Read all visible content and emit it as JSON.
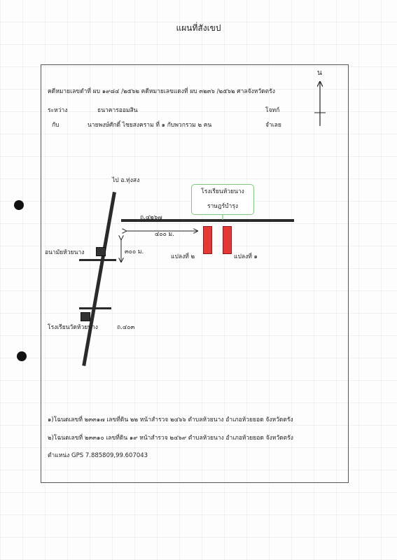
{
  "title": "แผนที่สังเขป",
  "header": {
    "case_line": "คดีหมายเลขดำที่ ผบ ๑๙๘๔ /๒๕๖๒  คดีหมายเลขแดงที่ ผบ ๓๒๓๖ /๒๕๖๒  ศาลจังหวัดตรัง",
    "between_label": "ระหว่าง",
    "plaintiff": "ธนาคารออมสิน",
    "plaintiff_role": "โจทก์",
    "with_label": "กับ",
    "defendant": "นายพงษ์ศักดิ์  ไชยสงคราม  ที่ ๑ กับพวกรวม  ๒  คน",
    "defendant_role": "จำเลย"
  },
  "north_label": "น",
  "map": {
    "to_town": "ไป  อ.ทุ่งสง",
    "road_main": "ถ.๔๒๖๗",
    "road_south": "ถ.๔๐๓",
    "school_name_1": "โรงเรียนห้วยนาง",
    "school_name_2": "ราษฎร์บำรุง",
    "distance_east": "๔๐๐ ม.",
    "distance_south": "๓๐๐ ม.",
    "health_station": "อนามัยห้วยนาง",
    "temple_school": "โรงเรียนวัดห้วยนาง",
    "plot_2": "แปลงที่ ๒",
    "plot_1": "แปลงที่ ๑"
  },
  "deeds": [
    "๑)โฉนดเลขที่  ๒๓๓๑๗ เลขที่ดิน  ๒๒  หน้าสำรวจ   ๒๔๖๖  ตำบลห้วยนาง  อำเภอห้วยยอด   จังหวัดตรัง",
    "๒)โฉนดเลขที่  ๒๓๓๑๐ เลขที่ดิน  ๑๙  หน้าสำรวจ   ๒๔๖๙  ตำบลห้วยนาง  อำเภอห้วยยอด   จังหวัดตรัง"
  ],
  "gps": "ตำแหน่ง  GPS  7.885809,99.607043"
}
